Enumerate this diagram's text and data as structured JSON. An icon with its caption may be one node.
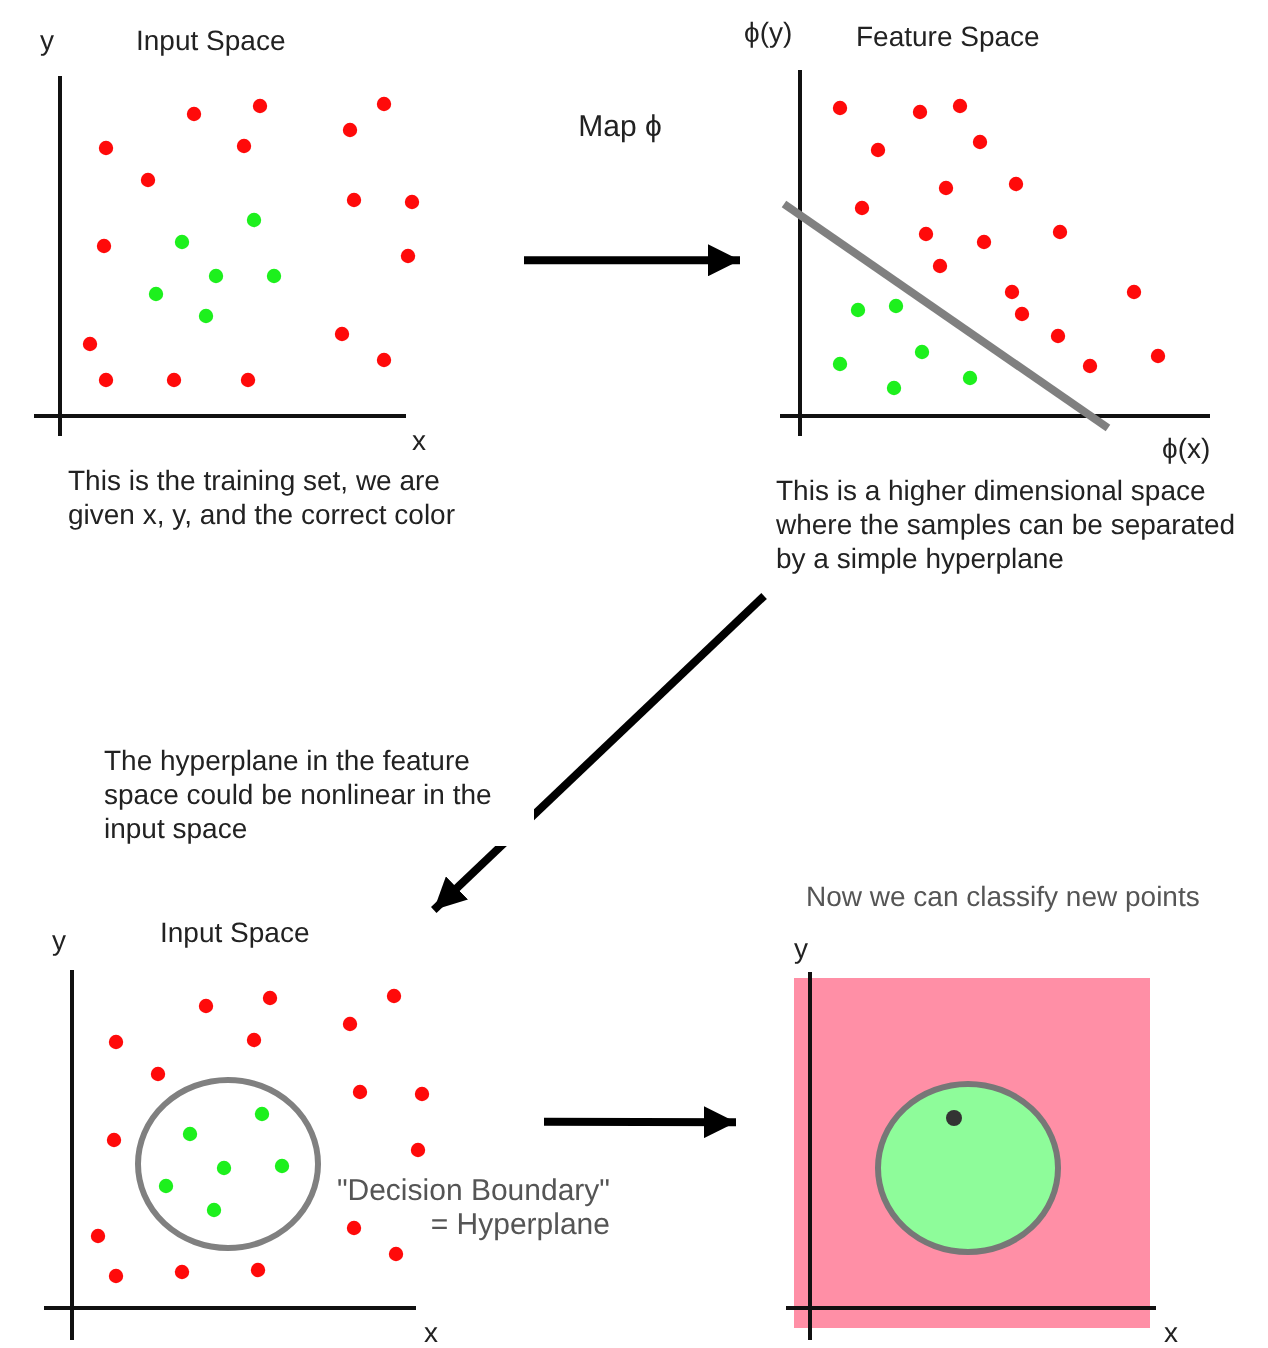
{
  "diagram": {
    "nodes": [
      {
        "text": [
          "Input Space"
        ],
        "beside": [
          "This is the training set, we are given x, y, and the correct color"
        ]
      },
      {
        "text": [
          "Feature Space"
        ],
        "beside": [
          "This is a higher dimensional space where the samples can be separated by a simple hyperplane"
        ]
      },
      {
        "text": [
          "Input Space"
        ],
        "beside": [
          "\"Decision Boundary\" = Hyperplane"
        ]
      },
      {
        "text": [
          "Now we can classify new points"
        ]
      }
    ],
    "edges": [
      {
        "from": 0,
        "to": 1,
        "arrow": "to",
        "label": "Map ϕ"
      },
      {
        "from": 1,
        "to": 2,
        "arrow": "to",
        "label": "The hyperplane in the feature space could be nonlinear in the input space"
      },
      {
        "from": 2,
        "to": 3,
        "arrow": "to"
      }
    ],
    "labels": [
      "y",
      "x",
      "ϕ(y)",
      "ϕ(x)",
      "y",
      "x",
      "y",
      "x"
    ]
  }
}
